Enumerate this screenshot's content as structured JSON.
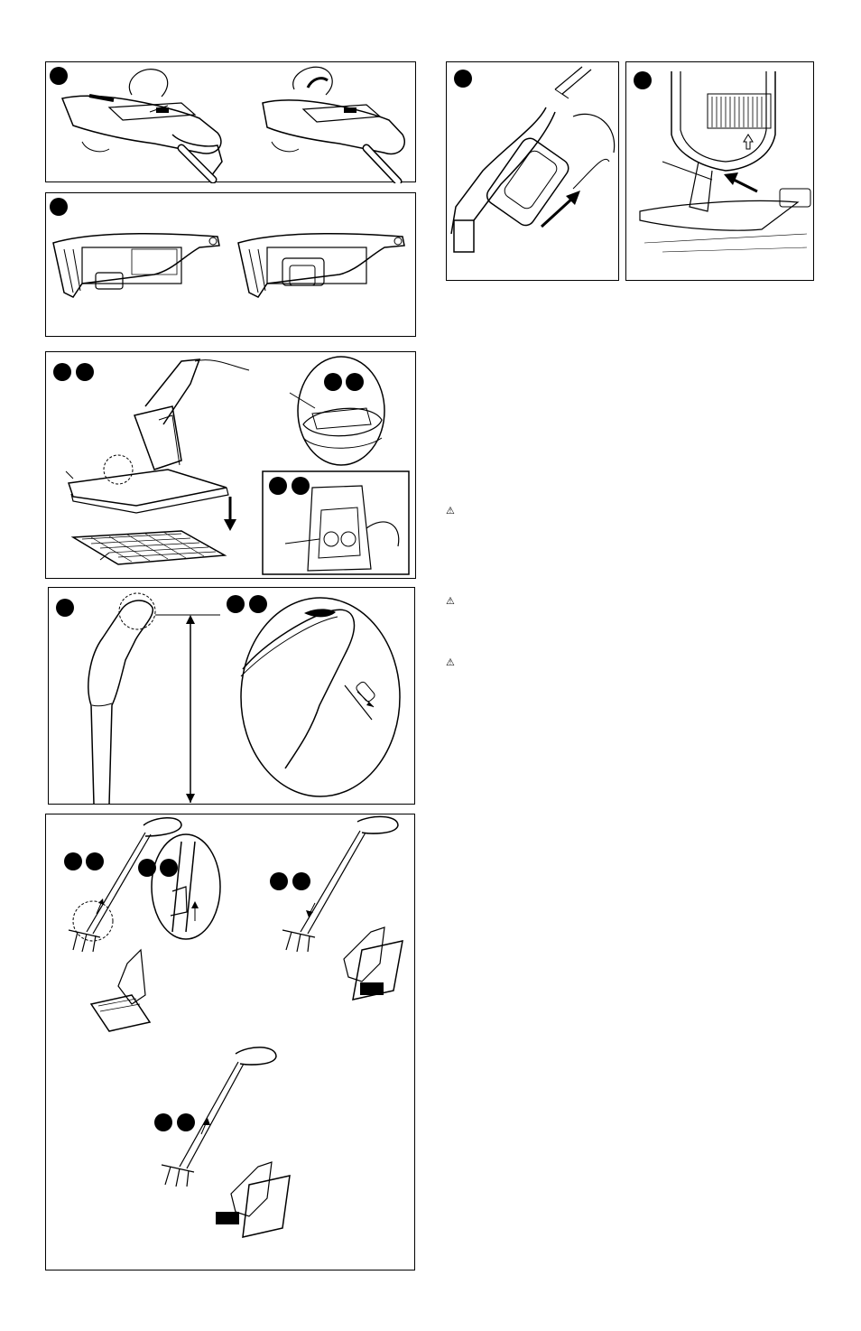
{
  "page": {
    "background": "#ffffff",
    "ink_color": "#000000",
    "warning_symbols": [
      "⚠",
      "⚠",
      "⚠"
    ]
  },
  "panels": [
    {
      "id": "battery-cover-removal",
      "step_badges": 1,
      "illustrations": [
        "press-cover-tab",
        "lift-battery-cover"
      ]
    },
    {
      "id": "battery-compartment",
      "step_badges": 1,
      "illustrations": [
        "battery-compartment-empty",
        "battery-compartment-loaded"
      ]
    },
    {
      "id": "attach-mop-pad",
      "step_badges": 2,
      "illustrations": [
        "mop-head-over-pad-tray",
        "nozzle-close-up",
        "pad-clip-close-up"
      ]
    },
    {
      "id": "handle-spray-nozzle",
      "step_badges": 2,
      "illustrations": [
        "handle-top",
        "nozzle-close-up"
      ]
    },
    {
      "id": "attach-accessories",
      "step_badges": 3,
      "illustrations": [
        "pole-with-mop-head",
        "pole-with-brush-head",
        "pole-with-brush-and-pad"
      ]
    },
    {
      "id": "insert-cartridge",
      "step_badges": 1,
      "illustrations": [
        "slide-cartridge-into-handle"
      ]
    },
    {
      "id": "brush-release",
      "step_badges": 1,
      "illustrations": [
        "brush-head-close-up"
      ]
    }
  ]
}
